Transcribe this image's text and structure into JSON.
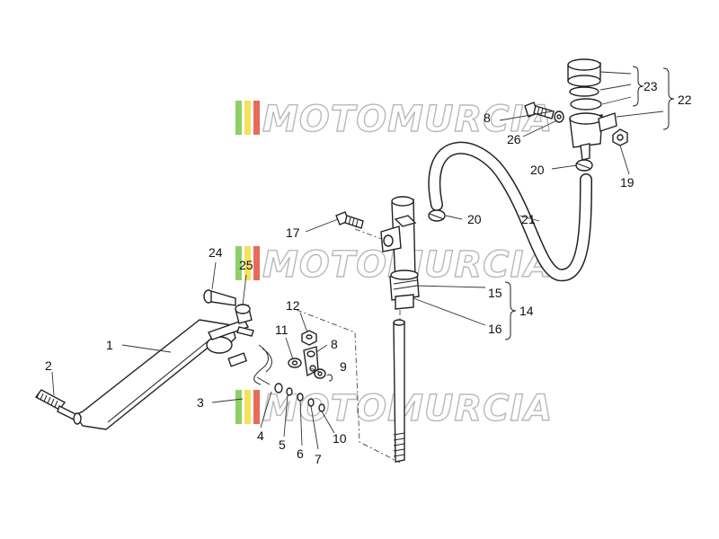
{
  "watermark": {
    "brand": "MOTOMURCIA"
  },
  "callouts": [
    "1",
    "2",
    "3",
    "4",
    "5",
    "6",
    "7",
    "8",
    "9",
    "10",
    "11",
    "12",
    "14",
    "15",
    "16",
    "17",
    "19",
    "20",
    "20",
    "21",
    "22",
    "23",
    "24",
    "25",
    "26",
    "8"
  ],
  "colors": {
    "line": "#222222",
    "watermark_green": "#8fcf6a",
    "watermark_yellow": "#f2e35a",
    "watermark_red": "#e86a5a",
    "watermark_outline": "#b9b9b9"
  }
}
